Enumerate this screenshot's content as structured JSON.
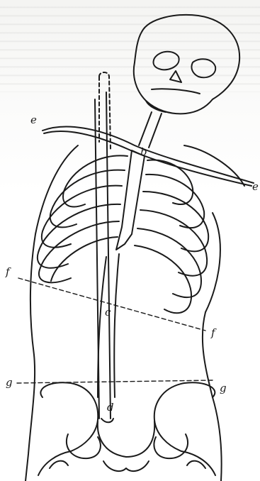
{
  "figure": {
    "labels": {
      "b": "b",
      "c": "c",
      "d": "d",
      "e_left": "e",
      "e_right": "e",
      "f_left": "f",
      "f_right": "f",
      "g_left": "g",
      "g_right": "g"
    },
    "colors": {
      "ink": "#1a1a1a",
      "paper": "#ffffff"
    }
  }
}
